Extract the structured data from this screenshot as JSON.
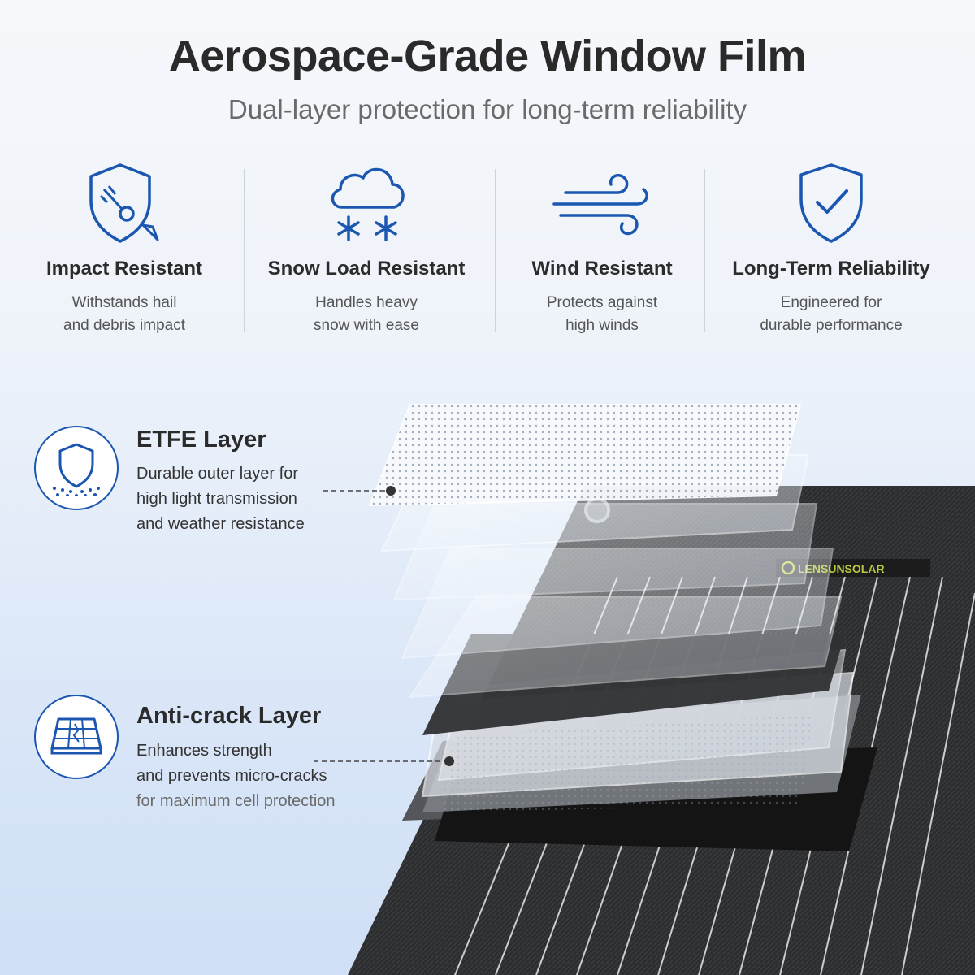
{
  "header": {
    "title": "Aerospace-Grade Window Film",
    "subtitle": "Dual-layer protection for long-term reliability"
  },
  "features": [
    {
      "icon": "shield-impact-icon",
      "title": "Impact Resistant",
      "desc": "Withstands hail\nand debris impact"
    },
    {
      "icon": "snow-cloud-icon",
      "title": "Snow Load Resistant",
      "desc": "Handles heavy\nsnow with ease"
    },
    {
      "icon": "wind-icon",
      "title": "Wind Resistant",
      "desc": "Protects against\nhigh winds"
    },
    {
      "icon": "shield-check-icon",
      "title": "Long-Term Reliability",
      "desc": "Engineered for\ndurable performance"
    }
  ],
  "layers": [
    {
      "icon": "shield-droplets-icon",
      "title": "ETFE Layer",
      "desc_lines": [
        "Durable outer layer for",
        "high light transmission",
        "and weather resistance"
      ]
    },
    {
      "icon": "cracked-panel-icon",
      "title": "Anti-crack Layer",
      "desc_lines": [
        "Enhances strength",
        "and prevents micro-cracks",
        "for maximum cell protection"
      ]
    }
  ],
  "brand": {
    "logo_text": "LENSUNSOLAR"
  },
  "colors": {
    "accent": "#1b56b0",
    "title": "#2a2a2a",
    "subtitle": "#6a6a6a",
    "panel": "#2e2f31"
  }
}
